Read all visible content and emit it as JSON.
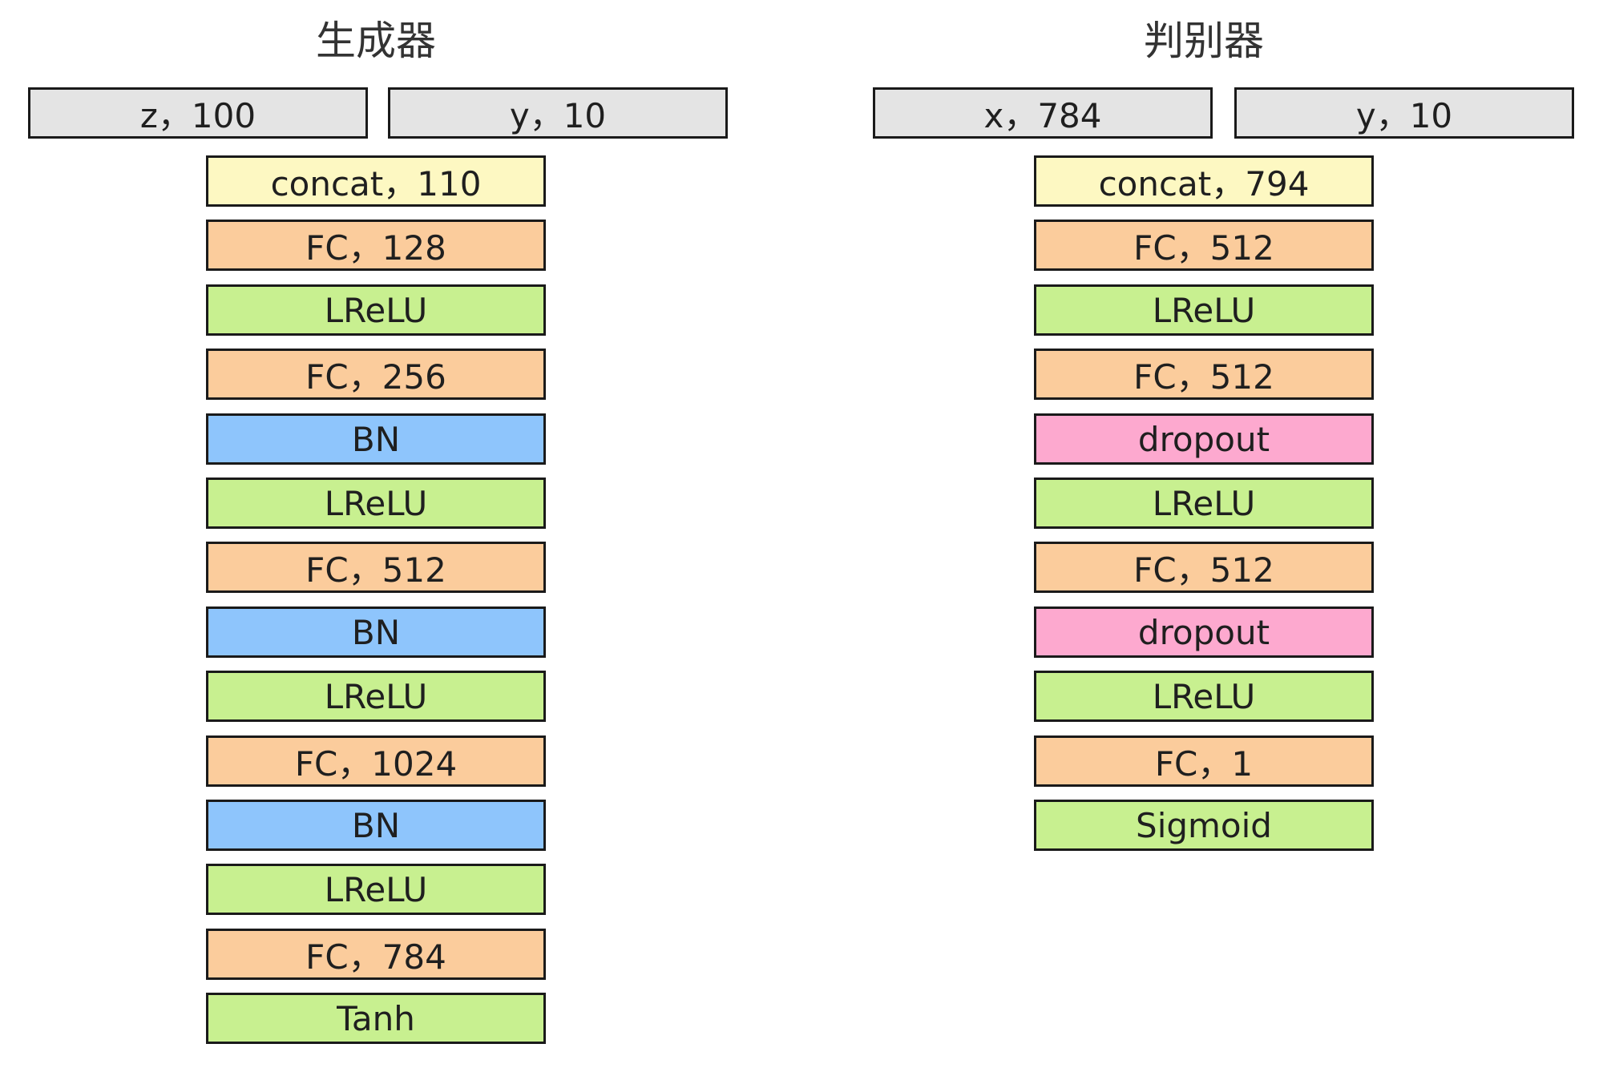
{
  "colors": {
    "input": "#e4e4e4",
    "concat": "#fdf8c2",
    "fc": "#fbcc9c",
    "lrelu": "#c8f090",
    "bn": "#8ec5fc",
    "dropout": "#fda9cf",
    "tanh": "#c8f090",
    "sigmoid": "#c8f090"
  },
  "generator": {
    "title": "生成器",
    "inputs": [
      {
        "label": "z，100",
        "kind": "input"
      },
      {
        "label": "y，10",
        "kind": "input"
      }
    ],
    "layers": [
      {
        "label": "concat，110",
        "kind": "concat"
      },
      {
        "label": "FC，128",
        "kind": "fc"
      },
      {
        "label": "LReLU",
        "kind": "lrelu"
      },
      {
        "label": "FC，256",
        "kind": "fc"
      },
      {
        "label": "BN",
        "kind": "bn"
      },
      {
        "label": "LReLU",
        "kind": "lrelu"
      },
      {
        "label": "FC，512",
        "kind": "fc"
      },
      {
        "label": "BN",
        "kind": "bn"
      },
      {
        "label": "LReLU",
        "kind": "lrelu"
      },
      {
        "label": "FC，1024",
        "kind": "fc"
      },
      {
        "label": "BN",
        "kind": "bn"
      },
      {
        "label": "LReLU",
        "kind": "lrelu"
      },
      {
        "label": "FC，784",
        "kind": "fc"
      },
      {
        "label": "Tanh",
        "kind": "tanh"
      }
    ]
  },
  "discriminator": {
    "title": "判别器",
    "inputs": [
      {
        "label": "x，784",
        "kind": "input"
      },
      {
        "label": "y，10",
        "kind": "input"
      }
    ],
    "layers": [
      {
        "label": "concat，794",
        "kind": "concat"
      },
      {
        "label": "FC，512",
        "kind": "fc"
      },
      {
        "label": "LReLU",
        "kind": "lrelu"
      },
      {
        "label": "FC，512",
        "kind": "fc"
      },
      {
        "label": "dropout",
        "kind": "dropout"
      },
      {
        "label": "LReLU",
        "kind": "lrelu"
      },
      {
        "label": "FC，512",
        "kind": "fc"
      },
      {
        "label": "dropout",
        "kind": "dropout"
      },
      {
        "label": "LReLU",
        "kind": "lrelu"
      },
      {
        "label": "FC，1",
        "kind": "fc"
      },
      {
        "label": "Sigmoid",
        "kind": "sigmoid"
      }
    ]
  }
}
